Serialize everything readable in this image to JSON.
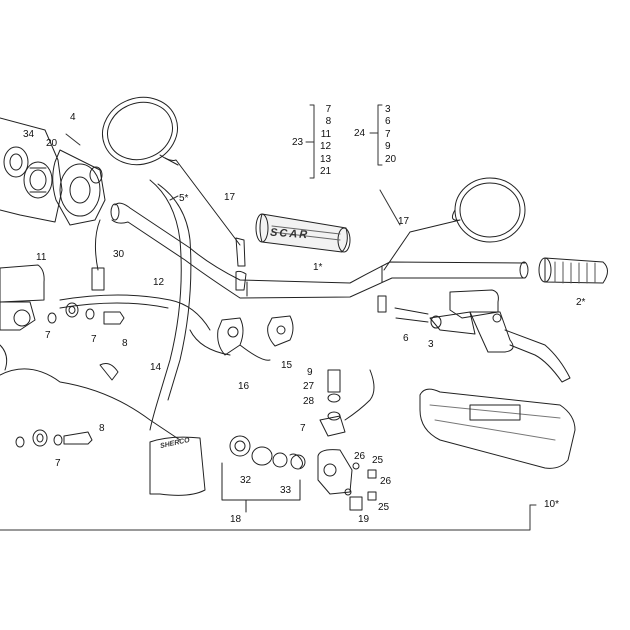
{
  "callouts": {
    "c34": "34",
    "c4": "4",
    "c20": "20",
    "c5": "5*",
    "c17a": "17",
    "c17b": "17",
    "c11": "11",
    "c30": "30",
    "c1": "1*",
    "c12": "12",
    "c7a": "7",
    "c7b": "7",
    "c8a": "8",
    "c16": "16",
    "c15": "15",
    "c14": "14",
    "c6": "6",
    "c3": "3",
    "c2": "2*",
    "c9": "9",
    "c27": "27",
    "c28": "28",
    "c7c": "7",
    "c8b": "8",
    "c7d": "7",
    "c26a": "26",
    "c25a": "25",
    "c26b": "26",
    "c25b": "25",
    "c32": "32",
    "c33": "33",
    "c19": "19",
    "c18": "18",
    "c10": "10*"
  },
  "group23": {
    "label": "23",
    "items": [
      "7",
      "8",
      "11",
      "12",
      "13",
      "21"
    ]
  },
  "group24": {
    "label": "24",
    "items": [
      "3",
      "6",
      "7",
      "9",
      "20"
    ]
  },
  "logos": {
    "grip": "SCAR",
    "bag": "SHERCO"
  }
}
